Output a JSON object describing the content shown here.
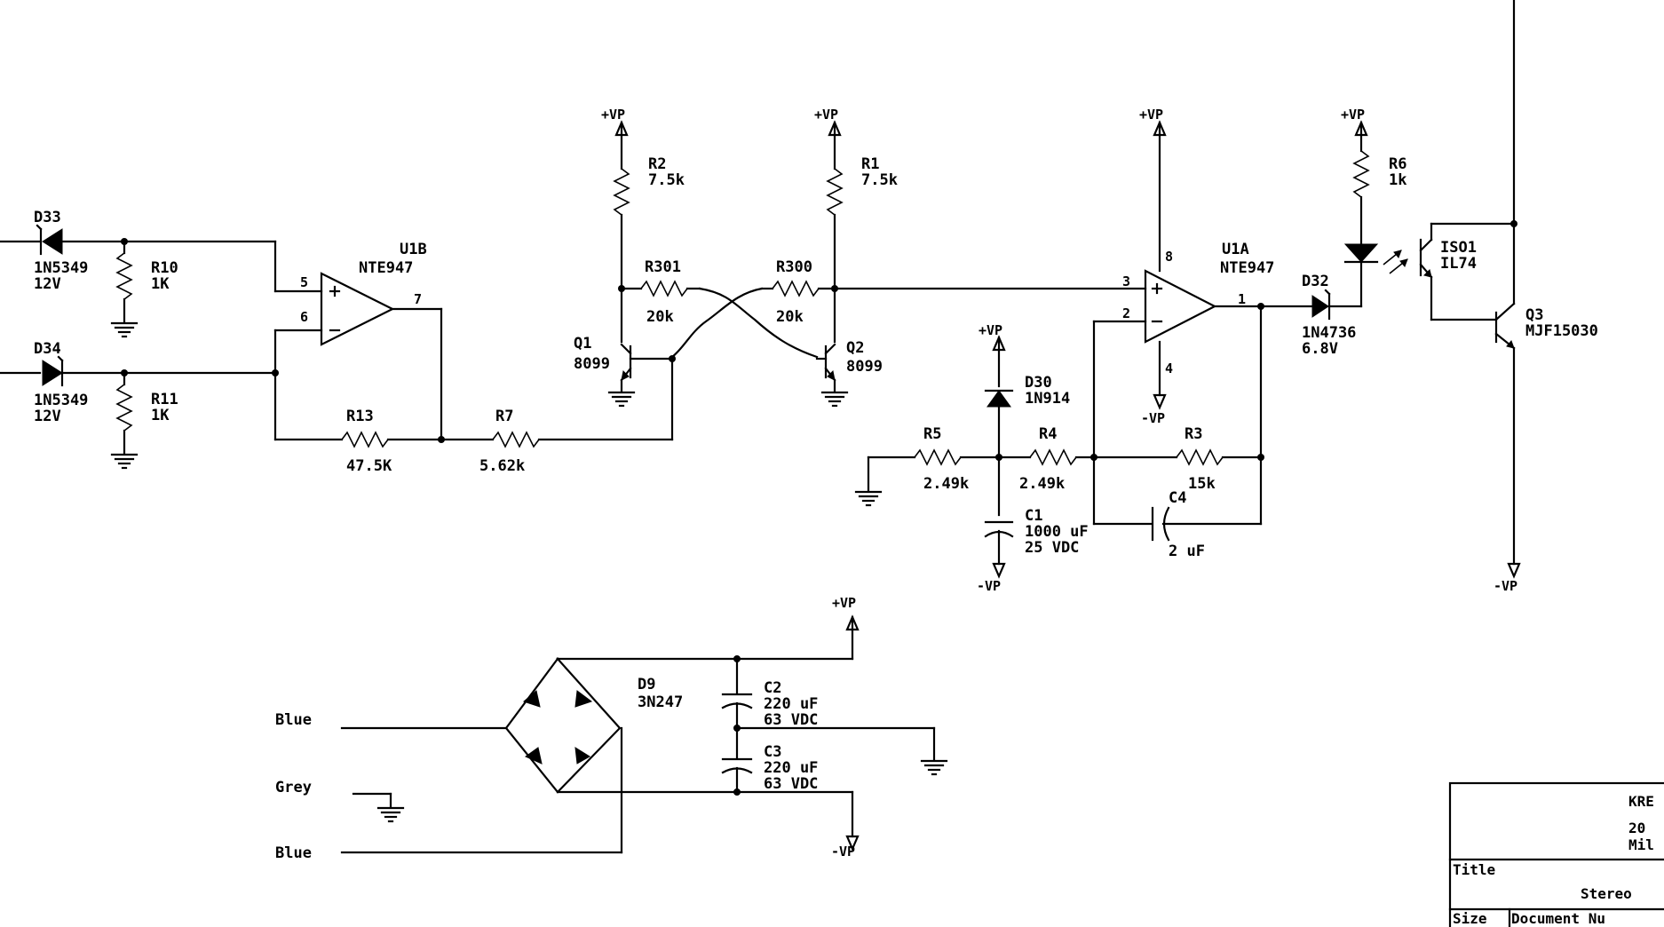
{
  "labels": {
    "d33": "D33",
    "d33_part": "1N5349",
    "d33_volt": "12V",
    "d34": "D34",
    "d34_part": "1N5349",
    "d34_volt": "12V",
    "r10": "R10",
    "r10_val": "1K",
    "r11": "R11",
    "r11_val": "1K",
    "u1b": "U1B",
    "u1b_part": "NTE947",
    "u1b_pin5": "5",
    "u1b_pin6": "6",
    "u1b_pin7": "7",
    "r13": "R13",
    "r13_val": "47.5K",
    "r7": "R7",
    "r7_val": "5.62k",
    "vp_r2": "+VP",
    "r2": "R2",
    "r2_val": "7.5k",
    "vp_r1": "+VP",
    "r1": "R1",
    "r1_val": "7.5k",
    "r301": "R301",
    "r301_val": "20k",
    "r300": "R300",
    "r300_val": "20k",
    "q1": "Q1",
    "q1_part": "8099",
    "q2": "Q2",
    "q2_part": "8099",
    "vp_u1a": "+VP",
    "u1a": "U1A",
    "u1a_part": "NTE947",
    "u1a_pin8": "8",
    "u1a_pin3": "3",
    "u1a_pin2": "2",
    "u1a_pin1": "1",
    "u1a_pin4": "4",
    "vn_u1a": "-VP",
    "vp_d30": "+VP",
    "d30": "D30",
    "d30_part": "1N914",
    "r5": "R5",
    "r5_val": "2.49k",
    "r4": "R4",
    "r4_val": "2.49k",
    "r3": "R3",
    "r3_val": "15k",
    "c1": "C1",
    "c1_val": "1000 uF",
    "c1_volt": "25 VDC",
    "c4": "C4",
    "c4_val": "2 uF",
    "vn_c1": "-VP",
    "vp_r6": "+VP",
    "r6": "R6",
    "r6_val": "1k",
    "d32": "D32",
    "d32_part": "1N4736",
    "d32_volt": "6.8V",
    "iso1": "ISO1",
    "iso1_part": "IL74",
    "q3": "Q3",
    "q3_part": "MJF15030",
    "vn_q3": "-VP",
    "vp_bridge": "+VP",
    "d9": "D9",
    "d9_part": "3N247",
    "c2": "C2",
    "c2_val": "220 uF",
    "c2_volt": "63 VDC",
    "c3": "C3",
    "c3_val": "220 uF",
    "c3_volt": "63 VDC",
    "vn_bridge": "-VP",
    "in_blue1": "Blue",
    "in_grey": "Grey",
    "in_blue2": "Blue"
  },
  "title_block": {
    "company": "KRE",
    "address1": "20",
    "address2": "Mil",
    "title_label": "Title",
    "title": "Stereo",
    "size_label": "Size",
    "doc_label": "Document Nu"
  }
}
